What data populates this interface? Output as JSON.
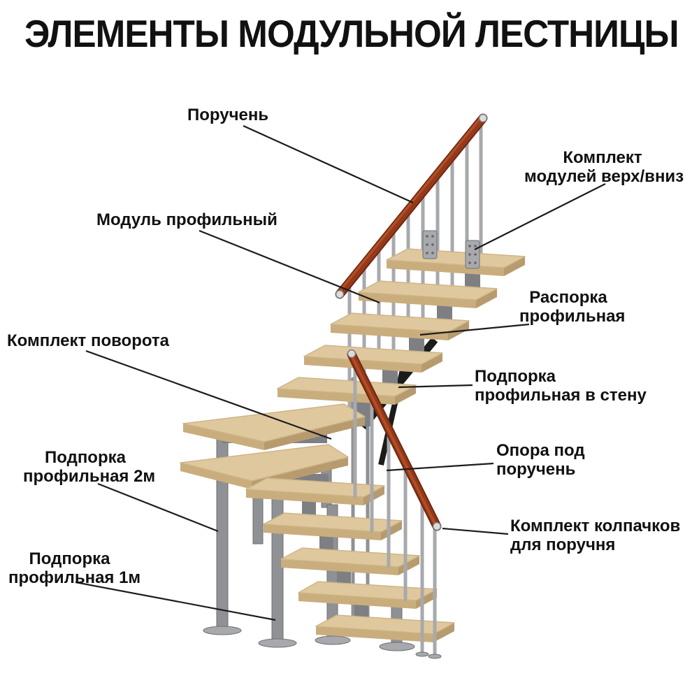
{
  "title": "ЭЛЕМЕНТЫ МОДУЛЬНОЙ ЛЕСТНИЦЫ",
  "labels": {
    "handrail": {
      "text": "Поручень"
    },
    "modules_kit": {
      "line1": "Комплект",
      "line2": "модулей верх/вниз"
    },
    "profile_module": {
      "text": "Модуль профильный"
    },
    "profile_spacer": {
      "line1": "Распорка",
      "line2": "профильная"
    },
    "turn_kit": {
      "text": "Комплект поворота"
    },
    "wall_support": {
      "line1": "Подпорка",
      "line2": "профильная в стену"
    },
    "support_2m": {
      "line1": "Подпорка",
      "line2": "профильная 2м"
    },
    "handrail_post": {
      "line1": "Опора под",
      "line2": "поручень"
    },
    "support_1m": {
      "line1": "Подпорка",
      "line2": "профильная 1м"
    },
    "caps_kit": {
      "line1": "Комплект колпачков",
      "line2": "для поручня"
    }
  },
  "colors": {
    "background": "#ffffff",
    "text": "#111111",
    "leader": "#1c1c1c",
    "rail_dark": "#6e2810",
    "rail_mid": "#96391a",
    "rail_light": "#b5542a",
    "step_top": "#e0c89e",
    "step_front": "#c9ad7d",
    "step_side": "#b79b6f",
    "step_edge": "#cdb588",
    "metal": "#a7a9ac",
    "metal_mid": "#8f9194",
    "metal_dark": "#7d7f83",
    "metal_stroke": "#6d6f73",
    "brace": "#1b1b1b",
    "cap": "#dcdcdc",
    "cap_ring": "#7a7a7a"
  }
}
